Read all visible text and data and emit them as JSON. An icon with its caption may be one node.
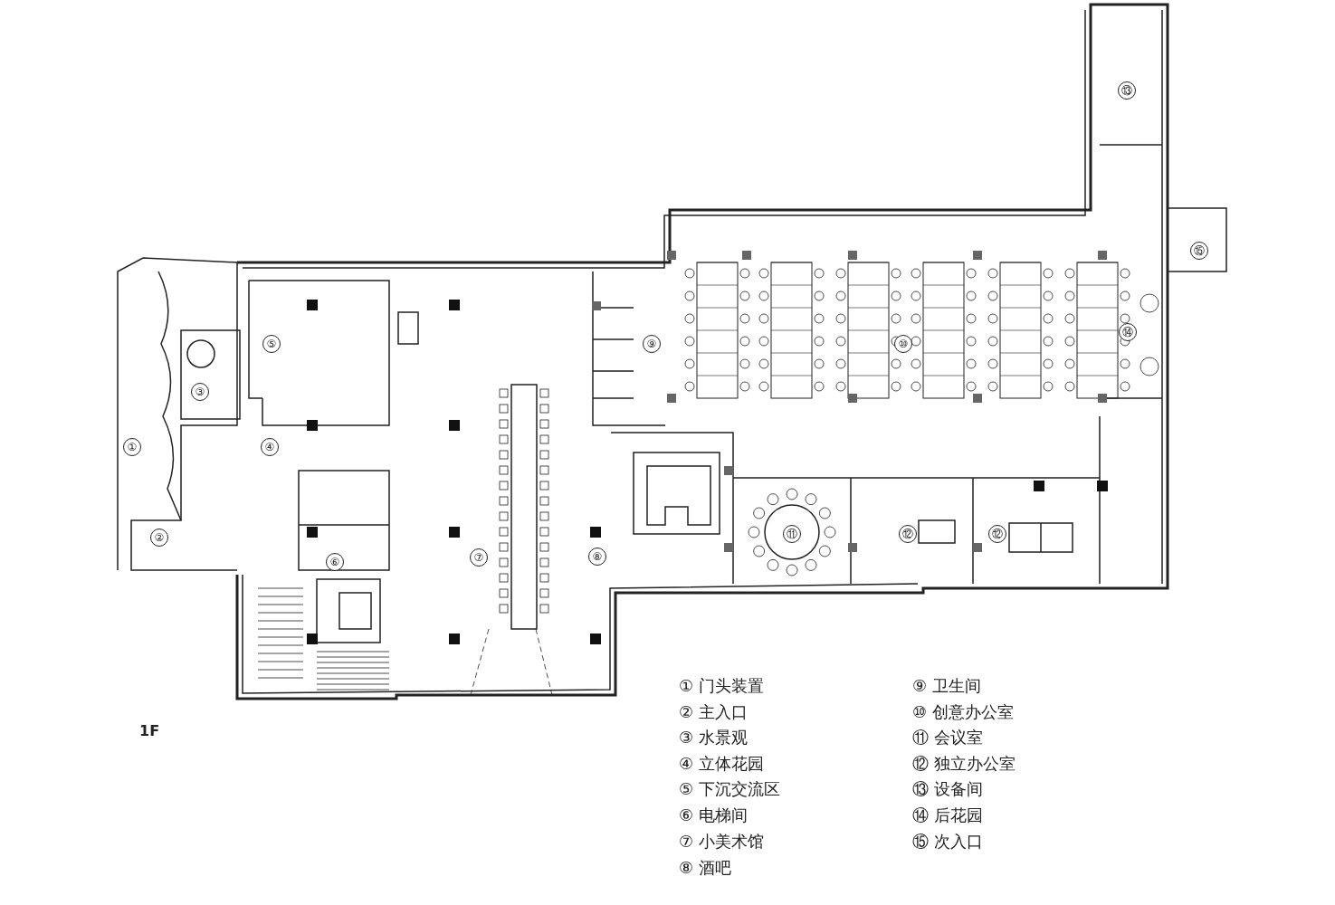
{
  "diagram": {
    "labels": [
      "⑬",
      "⑮",
      "⑤",
      "⑨",
      "⑩",
      "⑭",
      "③",
      "①",
      "④",
      "②",
      "⑪",
      "⑫",
      "⑫",
      "⑦",
      "⑧",
      "⑥",
      "1F",
      "① 门头装置",
      "② 主入口",
      "③ 水景观",
      "④ 立体花园",
      "⑤ 下沉交流区",
      "⑥ 电梯间",
      "⑦ 小美术馆",
      "⑧ 酒吧",
      "⑨ 卫生间",
      "⑩ 创意办公室",
      "⑪ 会议室",
      "⑫ 独立办公室",
      "⑬ 设备间",
      "⑭ 后花园",
      "⑮ 次入口"
    ]
  }
}
